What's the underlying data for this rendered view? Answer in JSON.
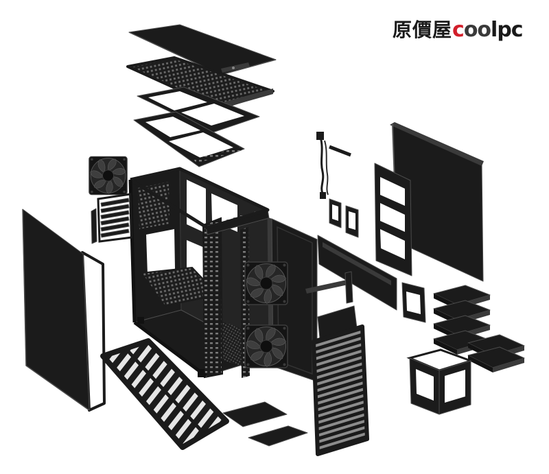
{
  "logo": {
    "brand_cjk": "原價屋",
    "brand_c": "c",
    "brand_oo": "oo",
    "brand_lpc": "lpc"
  },
  "colors": {
    "background": "#ffffff",
    "panel": "#1b1b1b",
    "panel_light": "#3a3a3a",
    "edge": "#4c4c4c",
    "logo_red": "#d21f2b",
    "logo_oo": "#3a3a3a",
    "logo_dark": "#1a1a1a"
  }
}
